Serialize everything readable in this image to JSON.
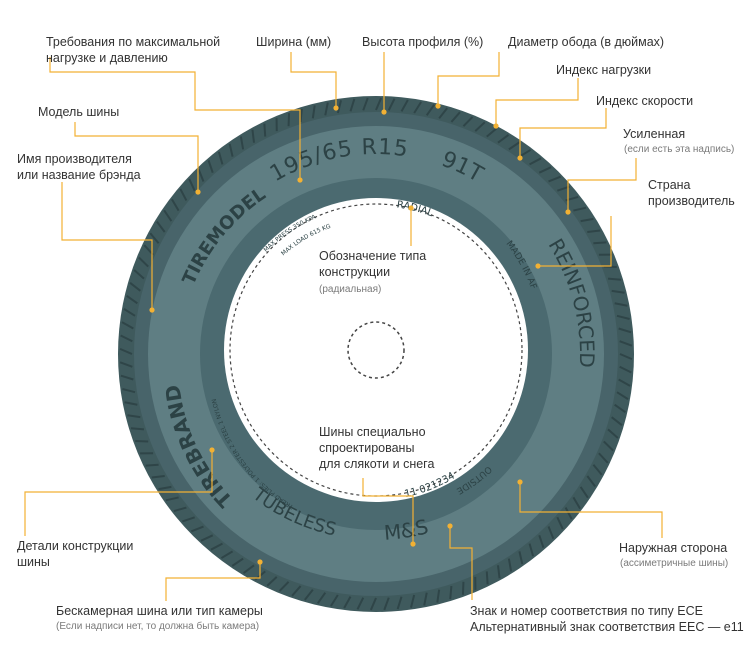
{
  "colors": {
    "tire_outer": "#3f5a5d",
    "tire_shoulder": "#48646a",
    "tire_sidewall": "#5f7e83",
    "tire_bead": "#4b6a70",
    "leader_line": "#f2b134",
    "label_text": "#333333",
    "note_text": "#7a7a7a"
  },
  "tire_text": {
    "size": "195/65 R15",
    "load_speed": "91T",
    "brand": "TIREBRAND",
    "model": "TIREMODEL",
    "reinforced": "REINFORCED",
    "tubeless": "TUBELESS",
    "ms": "M&S",
    "radial": "RADIAL",
    "made_in": "MADE IN AF",
    "outside": "OUTSIDE",
    "ece": "11 021234",
    "max_load": "MAX LOAD 615 KG",
    "max_press": "MAX PRESS 350 KPA",
    "construction": "TREAD PLIES: 1 POLYESTER 2 STEEL 1 NYLON"
  },
  "labels": {
    "max_load": "Требования по максимальной\nнагрузке и давлению",
    "width": "Ширина (мм)",
    "profile": "Высота профиля (%)",
    "rim": "Диаметр обода (в дюймах)",
    "load_index": "Индекс нагрузки",
    "speed_index": "Индекс скорости",
    "reinforced": "Усиленная",
    "reinforced_note": "(если есть эта надпись)",
    "country": "Страна\nпроизводитель",
    "model": "Модель шины",
    "brand": "Имя производителя\nили название брэнда",
    "construction_type": "Обозначение типа\nконструкции",
    "construction_type_note": "(радиальная)",
    "ms": "Шины специально\nспроектированы\nдля слякоти и снега",
    "details": "Детали конструкции\nшины",
    "outside": "Наружная сторона",
    "outside_note": "(ассиметричные шины)",
    "tubeless": "Бескамерная шина или тип камеры",
    "tubeless_note": "(Если надписи нет, то должна быть камера)",
    "ece": "Знак и номер соответствия по типу ECE\nАльтернативный знак соответствия EEC — e11"
  }
}
